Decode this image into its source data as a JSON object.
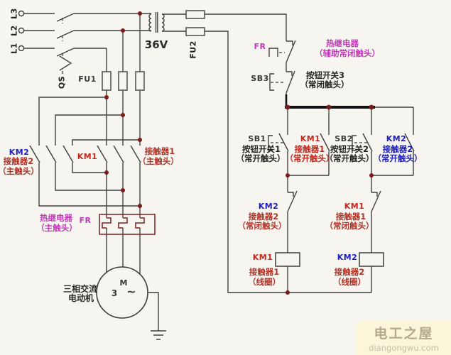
{
  "power_input": {
    "l3": "L3",
    "l2": "L2",
    "l1": "L1",
    "switch_code": "QS",
    "fuse_main": "FU1",
    "fuse_control": "FU2",
    "transformer_voltage": "36V"
  },
  "main_circuit": {
    "km2_group": {
      "code": "KM2",
      "name": "接触器2",
      "type": "（主触头）"
    },
    "km1_group": {
      "code": "KM1",
      "name": "接触器1",
      "type": "（主触头）"
    },
    "fr_main": {
      "code": "FR",
      "name": "热继电器",
      "type": "（主触头）"
    },
    "motor": {
      "name_line1": "三相交流",
      "name_line2": "电动机",
      "symbol": "M",
      "phases": "3",
      "wave": "~"
    }
  },
  "control_circuit": {
    "fr_aux": {
      "code": "FR",
      "name": "热继电器",
      "type": "（辅助常闭触头）"
    },
    "sb3": {
      "code": "SB3",
      "name": "按钮开关3",
      "type": "（常闭触头）"
    },
    "sb1": {
      "code": "SB1",
      "name": "按钮开关1",
      "type": "（常开触头）"
    },
    "km1_no": {
      "code": "KM1",
      "name": "接触器1",
      "type": "（常开触头）"
    },
    "sb2": {
      "code": "SB2",
      "name": "按钮开关2",
      "type": "（常开触头）"
    },
    "km2_no": {
      "code": "KM2",
      "name": "接触器2",
      "type": "（常开触头）"
    },
    "km2_nc": {
      "code": "KM2",
      "name": "接触器2",
      "type": "（常闭触头）"
    },
    "km1_nc": {
      "code": "KM1",
      "name": "接触器1",
      "type": "（常闭触头）"
    },
    "km1_coil": {
      "code": "KM1",
      "name": "接触器1",
      "type": "（线圈）"
    },
    "km2_coil": {
      "code": "KM2",
      "name": "接触器2",
      "type": "（线圈）"
    }
  },
  "watermark": {
    "site_name": "电工之屋",
    "domain": "diangongwu.com"
  },
  "colors": {
    "km1_red": "#c3271d",
    "km2_blue": "#1d1dbe",
    "sublabel_red": "#b03428",
    "fr_magenta": "#c23ab8",
    "wire": "#3f3f3f",
    "junction_dot": "#7a1a1a"
  }
}
